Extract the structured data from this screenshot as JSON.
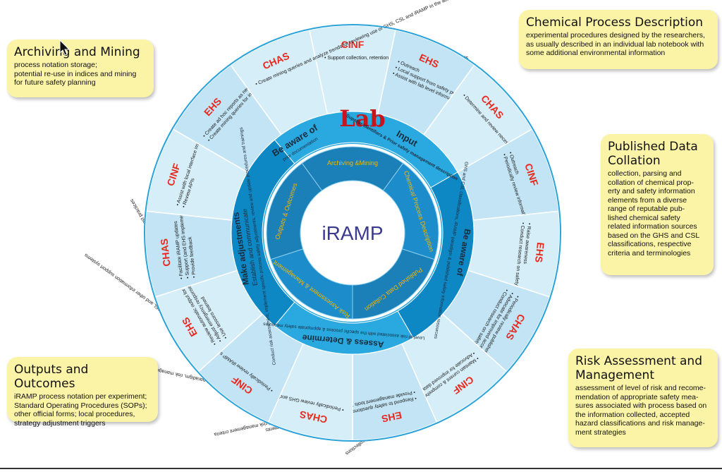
{
  "center_label": "iRAMP",
  "lab_label": "Lab",
  "middle_ring": {
    "input_title": "Input",
    "input_text": "Supplier identifiers & Prior safety management description",
    "aware_left_title": "Be aware of",
    "aware_left_text": "prior documentation",
    "aware_right_title": "Be aware of",
    "aware_right_text": "GHS and CSL classifications, iRAMP paradigm & published safety information resources",
    "assess_title": "Assess & Determine",
    "assess_text": "Level of risk associated with the specific process & appropriate safety measures",
    "make_title": "Make adjustments",
    "make_subtitle": "Establish and communicate",
    "make_text": "Conduct risk assessment, implement specific process safety adjustments, review and update procedures and trainings"
  },
  "inner_ring": [
    "Archiving &Mining",
    "Chemical Process Description",
    "Published Data Collation",
    "Risk Assessment & Management",
    "Outputs & Outcomes"
  ],
  "outer_segments": [
    {
      "agency": "CINF",
      "items": [
        "Support collection, retention and distribution of risk assessments"
      ]
    },
    {
      "agency": "EHS",
      "items": [
        "Outreach",
        "Local support from safety perspective",
        "Assist with lab level information"
      ]
    },
    {
      "agency": "CHAS",
      "items": [
        "Determine and review necessary chemical process information"
      ]
    },
    {
      "agency": "CINF",
      "items": [
        "Outreach",
        "Periodically review information input requirements"
      ]
    },
    {
      "agency": "EHS",
      "items": [
        "Raise awareness",
        "Conduct research on safety question"
      ]
    },
    {
      "agency": "CHAS",
      "items": [
        "Periodically review published safety information",
        "Advocate for improved access",
        "Conduct research on safety questions"
      ]
    },
    {
      "agency": "CINF",
      "items": [
        "Maintain current & comprehensive local guidelines and shared collections",
        "Advocate for improved data quality and access"
      ]
    },
    {
      "agency": "EHS",
      "items": [
        "Respond to safety questions and requests for exposure assessments",
        "Provide management tools for local interpretation of GHS, CSL and risk management criteria"
      ]
    },
    {
      "agency": "CHAS",
      "items": [
        "Periodically review GHS and CSL classification criteria, iRAMP paradigm, risk management criteria"
      ]
    },
    {
      "agency": "CINF",
      "items": [
        "Periodically review iRAMP safety information handling, GHS, CSL and other information support systems"
      ]
    },
    {
      "agency": "EHS",
      "items": [
        "Review automatic output for safety adjustments and Develop best practices",
        "Adjust emergency response",
        "Use lessons learned"
      ]
    },
    {
      "agency": "CHAS",
      "items": [
        "Facilitate iRAMP updates",
        "Support (and EHS implementation)",
        "Provide feedback"
      ]
    },
    {
      "agency": "CINF",
      "items": [
        "Assist with local interface implementation",
        "Review APIs"
      ]
    },
    {
      "agency": "EHS",
      "items": [
        "Create ad hoc reports as necessary",
        "Create mining queries for informing training and oversight"
      ]
    },
    {
      "agency": "CHAS",
      "items": [
        "Create mining queries and analyze trends for reviewing use of GHS, CSL and iRAMP in the academic chemical research environment"
      ]
    }
  ],
  "callouts": {
    "archiving": {
      "title": "Archiving and Mining",
      "lines": [
        "process notation storage;",
        "potential re-use in indices and mining",
        "for future safety planning"
      ]
    },
    "chemical": {
      "title": "Chemical Process Description",
      "lines": [
        "experimental procedures designed by the researchers,",
        "as usually described in an individual lab notebook with",
        "some additional environmental information"
      ]
    },
    "published": {
      "title_lines": [
        "Published Data",
        "Collation"
      ],
      "lines": [
        "collection, parsing and",
        "collation of chemical prop-",
        "erty and safety information",
        "elements from a diverse",
        "range of reputable pub-",
        "lished chemical safety",
        "related information sources",
        "based on the GHS and CSL",
        "classifications, respective",
        "criteria and terminologies"
      ]
    },
    "risk": {
      "title_lines": [
        "Risk Assessment and",
        "Management"
      ],
      "lines": [
        "assessment of level of risk and recome-",
        "mendation of appropriate safety mea-",
        "sures associated with process based on",
        "the information collected, accepted",
        "hazard classifications and risk manage-",
        "ment strategies"
      ]
    },
    "outputs": {
      "title": "Outputs and Outcomes",
      "lines": [
        "iRAMP process notation per experiment;",
        "Standard Operating Procedures (SOPs);",
        "other official forms; local procedures,",
        "strategy adjustment triggers"
      ]
    }
  },
  "colors": {
    "outer_light": "#d6eef8",
    "outer_alt": "#c2e4f4",
    "outer_rim": "#2aa3da",
    "middle": "#29a9e0",
    "middle_dark": "#0e88c4",
    "inner": "#1b7fb8",
    "core": "#ffffff",
    "agency_red": "#e8291f",
    "lab_red": "#c4161c",
    "center_text": "#3c3a8e",
    "callout": "#fbf3a6"
  }
}
